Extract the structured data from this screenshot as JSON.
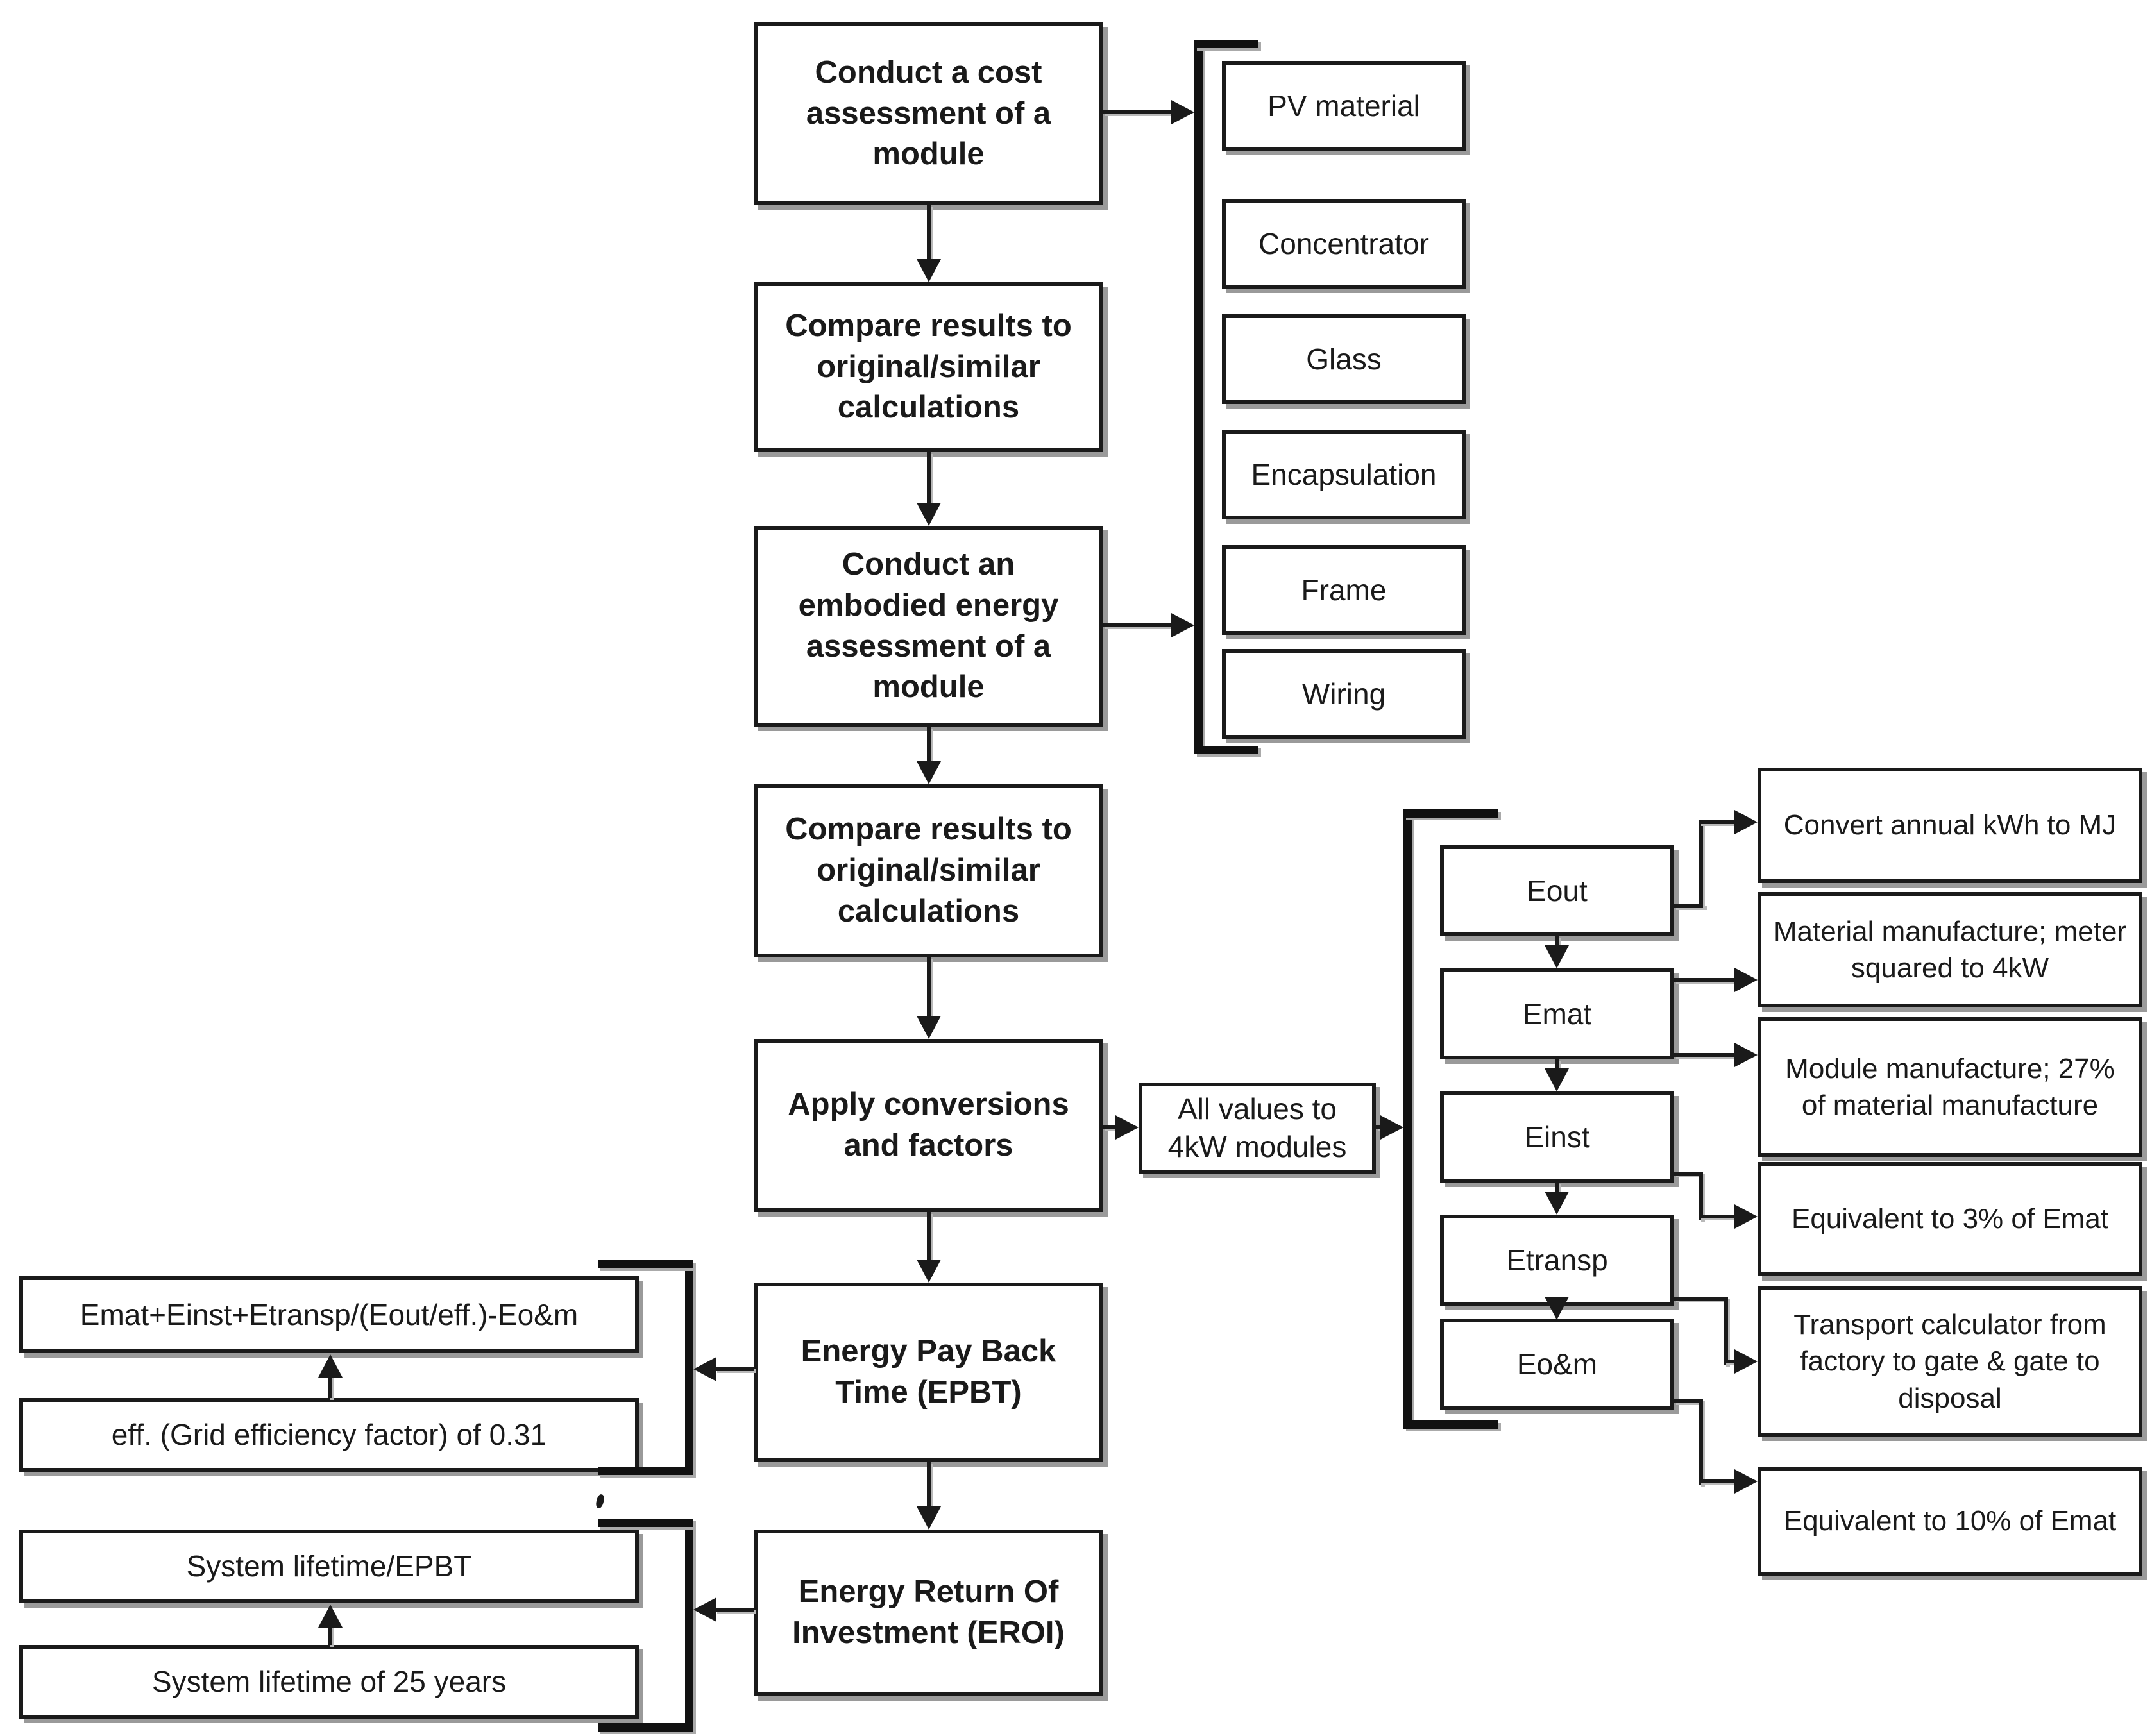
{
  "diagram": {
    "main_flow": [
      {
        "label": "Conduct a cost assessment of a module"
      },
      {
        "label": "Compare results to original/similar calculations"
      },
      {
        "label": "Conduct an embodied energy assessment of a module"
      },
      {
        "label": "Compare results to original/similar calculations"
      },
      {
        "label": "Apply conversions and factors"
      },
      {
        "label": "Energy Pay Back Time (EPBT)"
      },
      {
        "label": "Energy Return Of Investment (EROI)"
      }
    ],
    "module_components": [
      "PV material",
      "Concentrator",
      "Glass",
      "Encapsulation",
      "Frame",
      "Wiring"
    ],
    "conversion_note": "All values to 4kW modules",
    "energy_terms": [
      "Eout",
      "Emat",
      "Einst",
      "Etransp",
      "Eo&m"
    ],
    "term_descriptions": [
      "Convert annual kWh to MJ",
      "Material manufacture; meter squared to 4kW",
      "Module manufacture; 27% of material manufacture",
      "Equivalent to 3% of Emat",
      "Transport calculator from factory to gate & gate to disposal",
      "Equivalent to 10% of Emat"
    ],
    "epbt_formula": "Emat+Einst+Etransp/(Eout/eff.)-Eo&m",
    "grid_efficiency_note": "eff. (Grid efficiency factor) of 0.31",
    "eroi_formula": "System lifetime/EPBT",
    "system_lifetime_note": "System lifetime of 25 years",
    "colors": {
      "line": "#1a1a1a",
      "box_fill": "#ffffff",
      "shadow": "#9a9a9a"
    }
  }
}
